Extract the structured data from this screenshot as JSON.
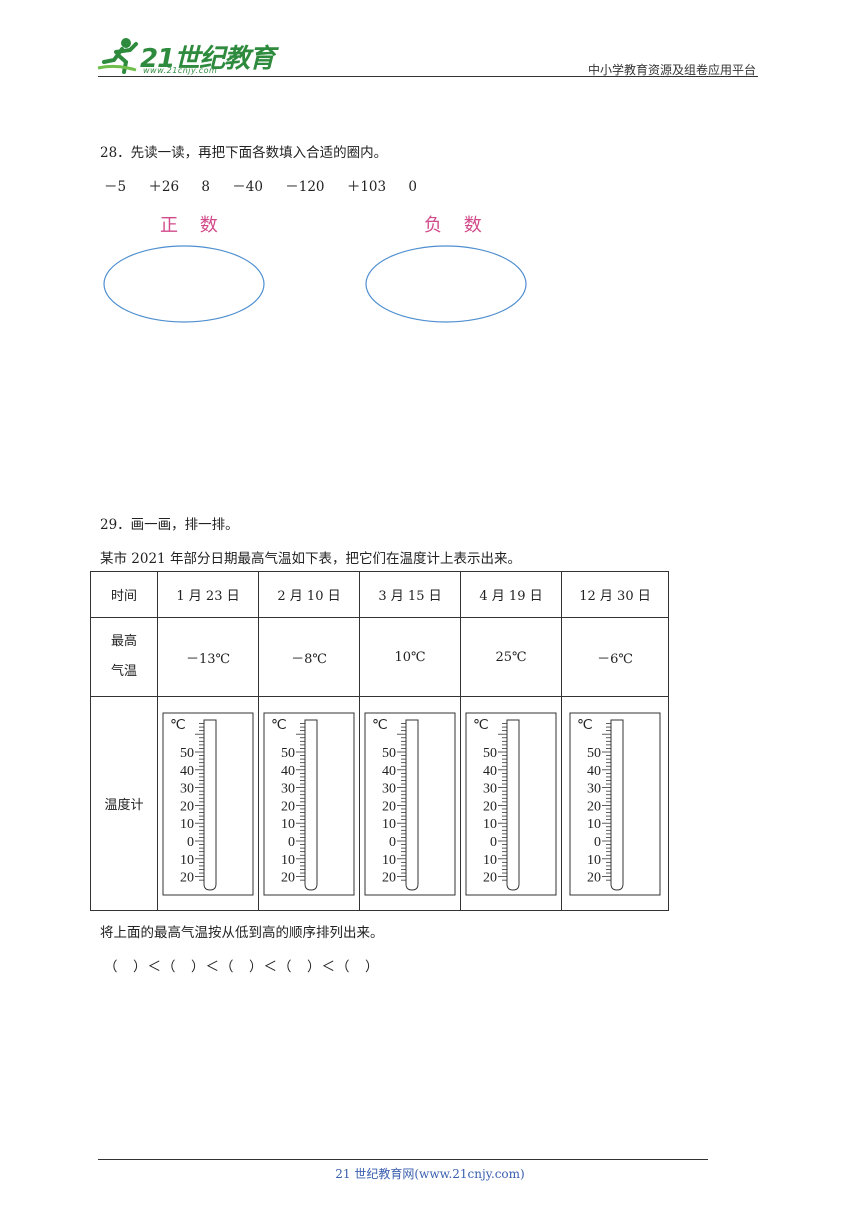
{
  "header": {
    "logo_text": "21世纪教育",
    "logo_url": "www.21cnjy.com",
    "right_text": "中小学教育资源及组卷应用平台"
  },
  "q28": {
    "prompt": "28．先读一读，再把下面各数填入合适的圈内。",
    "numbers": [
      "－5",
      "＋26",
      "8",
      "－40",
      "－120",
      "＋103",
      "0"
    ],
    "positive_label": "正 数",
    "negative_label": "负 数"
  },
  "q29": {
    "prompt": "29．画一画，排一排。",
    "intro": "某市 2021 年部分日期最高气温如下表，把它们在温度计上表示出来。",
    "table": {
      "col_header": "时间",
      "dates": [
        "1 月 23 日",
        "2 月 10 日",
        "3 月 15 日",
        "4 月 19 日",
        "12 月 30 日"
      ],
      "row_temp_label_line1": "最高",
      "row_temp_label_line2": "气温",
      "temps": [
        "－13℃",
        "－8℃",
        "10℃",
        "25℃",
        "－6℃"
      ],
      "row_therm_label": "温度计"
    },
    "thermometer": {
      "unit": "℃",
      "ticks": [
        "50",
        "40",
        "30",
        "20",
        "10",
        "0",
        "10",
        "20"
      ]
    },
    "order_prompt": "将上面的最高气温按从低到高的顺序排列出来。",
    "order_blanks": "（　）＜（　）＜（　）＜（　）＜（　）"
  },
  "footer": {
    "text": "21 世纪教育网(www.21cnjy.com)"
  }
}
